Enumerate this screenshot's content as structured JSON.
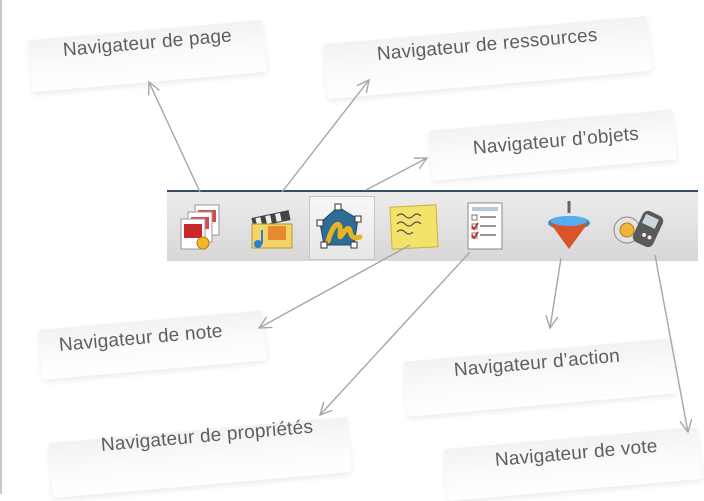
{
  "labels": {
    "page": "Navigateur de page",
    "resources": "Navigateur de ressources",
    "objects": "Navigateur d’objets",
    "note": "Navigateur de note",
    "properties": "Navigateur de propriétés",
    "action": "Navigateur d’action",
    "vote": "Navigateur de vote"
  },
  "colors": {
    "label_text": "#5e5e5e",
    "arrow": "#a6a6a6",
    "toolbar_border": "#3a4d66"
  },
  "toolbar": {
    "icons": [
      "page-navigator-icon",
      "resource-navigator-icon",
      "object-navigator-icon",
      "note-navigator-icon",
      "properties-navigator-icon",
      "action-navigator-icon",
      "vote-navigator-icon"
    ]
  }
}
